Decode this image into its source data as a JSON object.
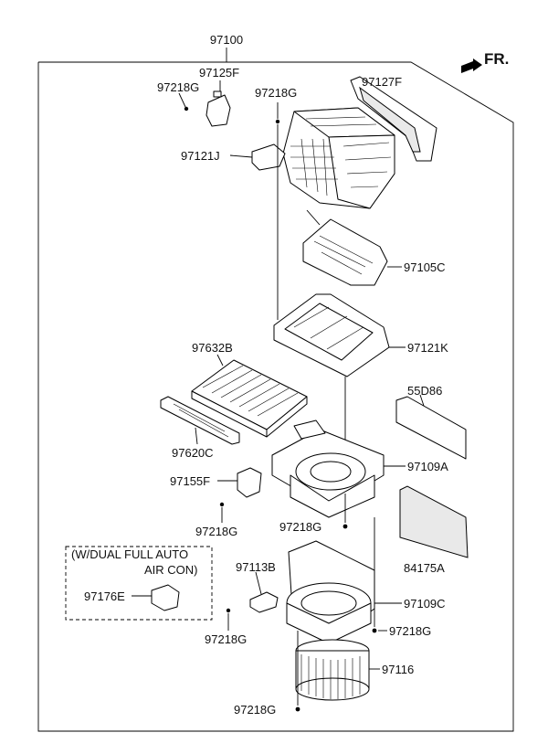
{
  "diagram": {
    "main_part": "97100",
    "front_label": "FR.",
    "option_box": {
      "line1": "(W/DUAL FULL AUTO",
      "line2": "AIR CON)"
    },
    "labels": {
      "p97125F": "97125F",
      "p97218G_a": "97218G",
      "p97218G_b": "97218G",
      "p97127F": "97127F",
      "p97121J": "97121J",
      "p97105C": "97105C",
      "p97121K": "97121K",
      "p97632B": "97632B",
      "p55D86": "55D86",
      "p97620C": "97620C",
      "p97109A": "97109A",
      "p97155F": "97155F",
      "p97218G_c": "97218G",
      "p97218G_d": "97218G",
      "p84175A": "84175A",
      "p97113B": "97113B",
      "p97176E": "97176E",
      "p97109C": "97109C",
      "p97218G_e": "97218G",
      "p97218G_f": "97218G",
      "p97116": "97116",
      "p97218G_g": "97218G"
    }
  }
}
